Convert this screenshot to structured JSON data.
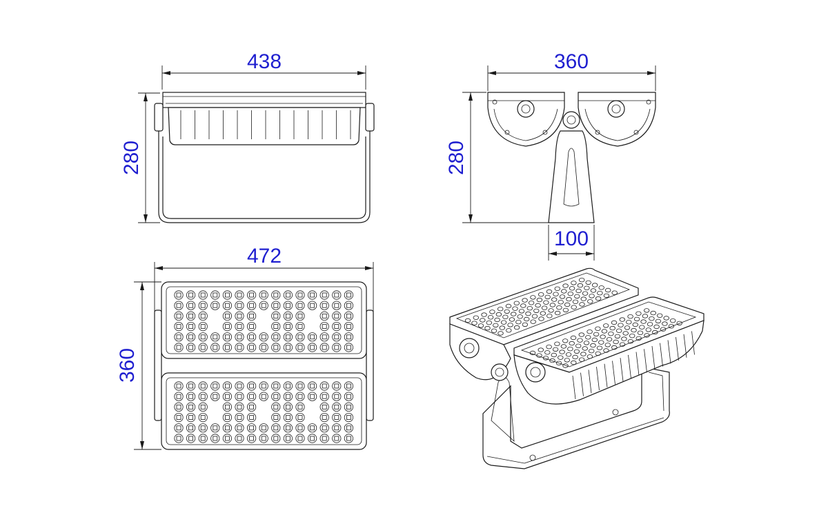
{
  "diagram": {
    "dimensions": {
      "front_width": "438",
      "front_height": "280",
      "side_width": "360",
      "side_height": "280",
      "bracket_width": "100",
      "top_width": "472",
      "top_height": "360"
    },
    "colors": {
      "dimension_text": "#1f1fd0",
      "linework": "#1a1a1a",
      "background": "#ffffff"
    }
  }
}
